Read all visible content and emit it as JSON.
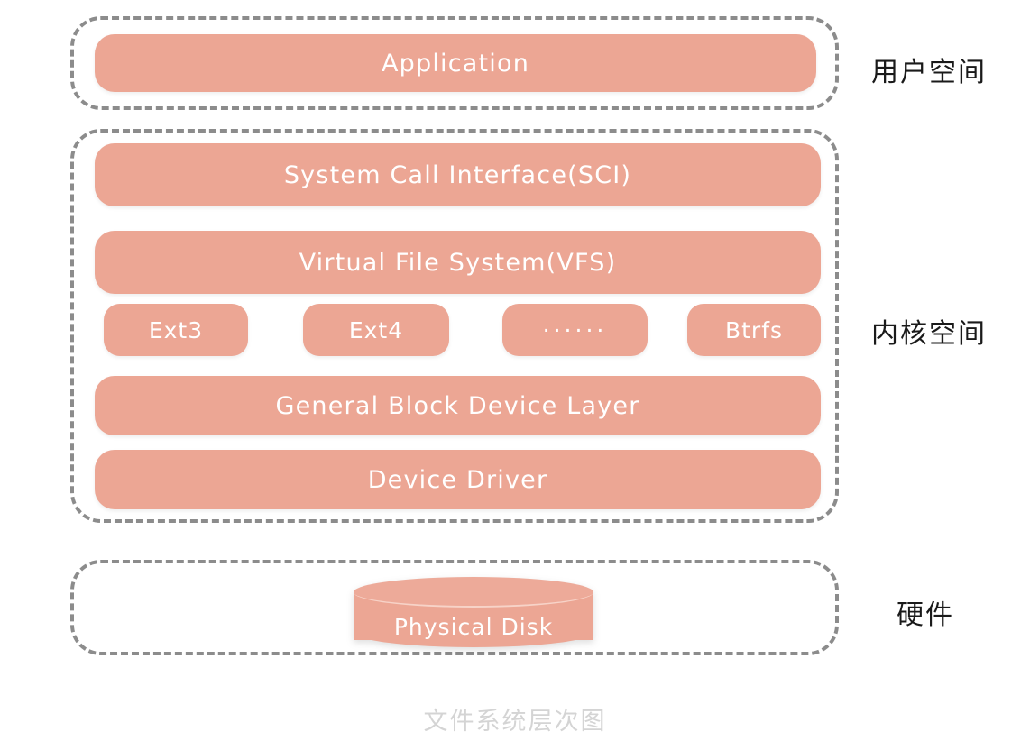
{
  "diagram": {
    "caption": "文件系统层次图",
    "colors": {
      "box_fill": "#eca694",
      "box_text": "#ffffff",
      "zone_border": "#8c8c8c",
      "caption_text": "#d4d4d4",
      "label_text": "#1a1a1a",
      "disk_top": "#edaa99",
      "background": "#ffffff"
    }
  },
  "zones": [
    {
      "id": "user",
      "label": "用户空间"
    },
    {
      "id": "kernel",
      "label": "内核空间"
    },
    {
      "id": "hardware",
      "label": "硬件"
    }
  ],
  "layers": {
    "application": "Application",
    "system_call_interface": "System Call Interface(SCI)",
    "virtual_file_system": "Virtual File System(VFS)",
    "general_block_device_layer": "General Block Device Layer",
    "device_driver": "Device Driver"
  },
  "filesystems": [
    {
      "label": "Ext3"
    },
    {
      "label": "Ext4"
    },
    {
      "label": "······"
    },
    {
      "label": "Btrfs"
    }
  ],
  "hardware": {
    "disk_label": "Physical Disk"
  }
}
